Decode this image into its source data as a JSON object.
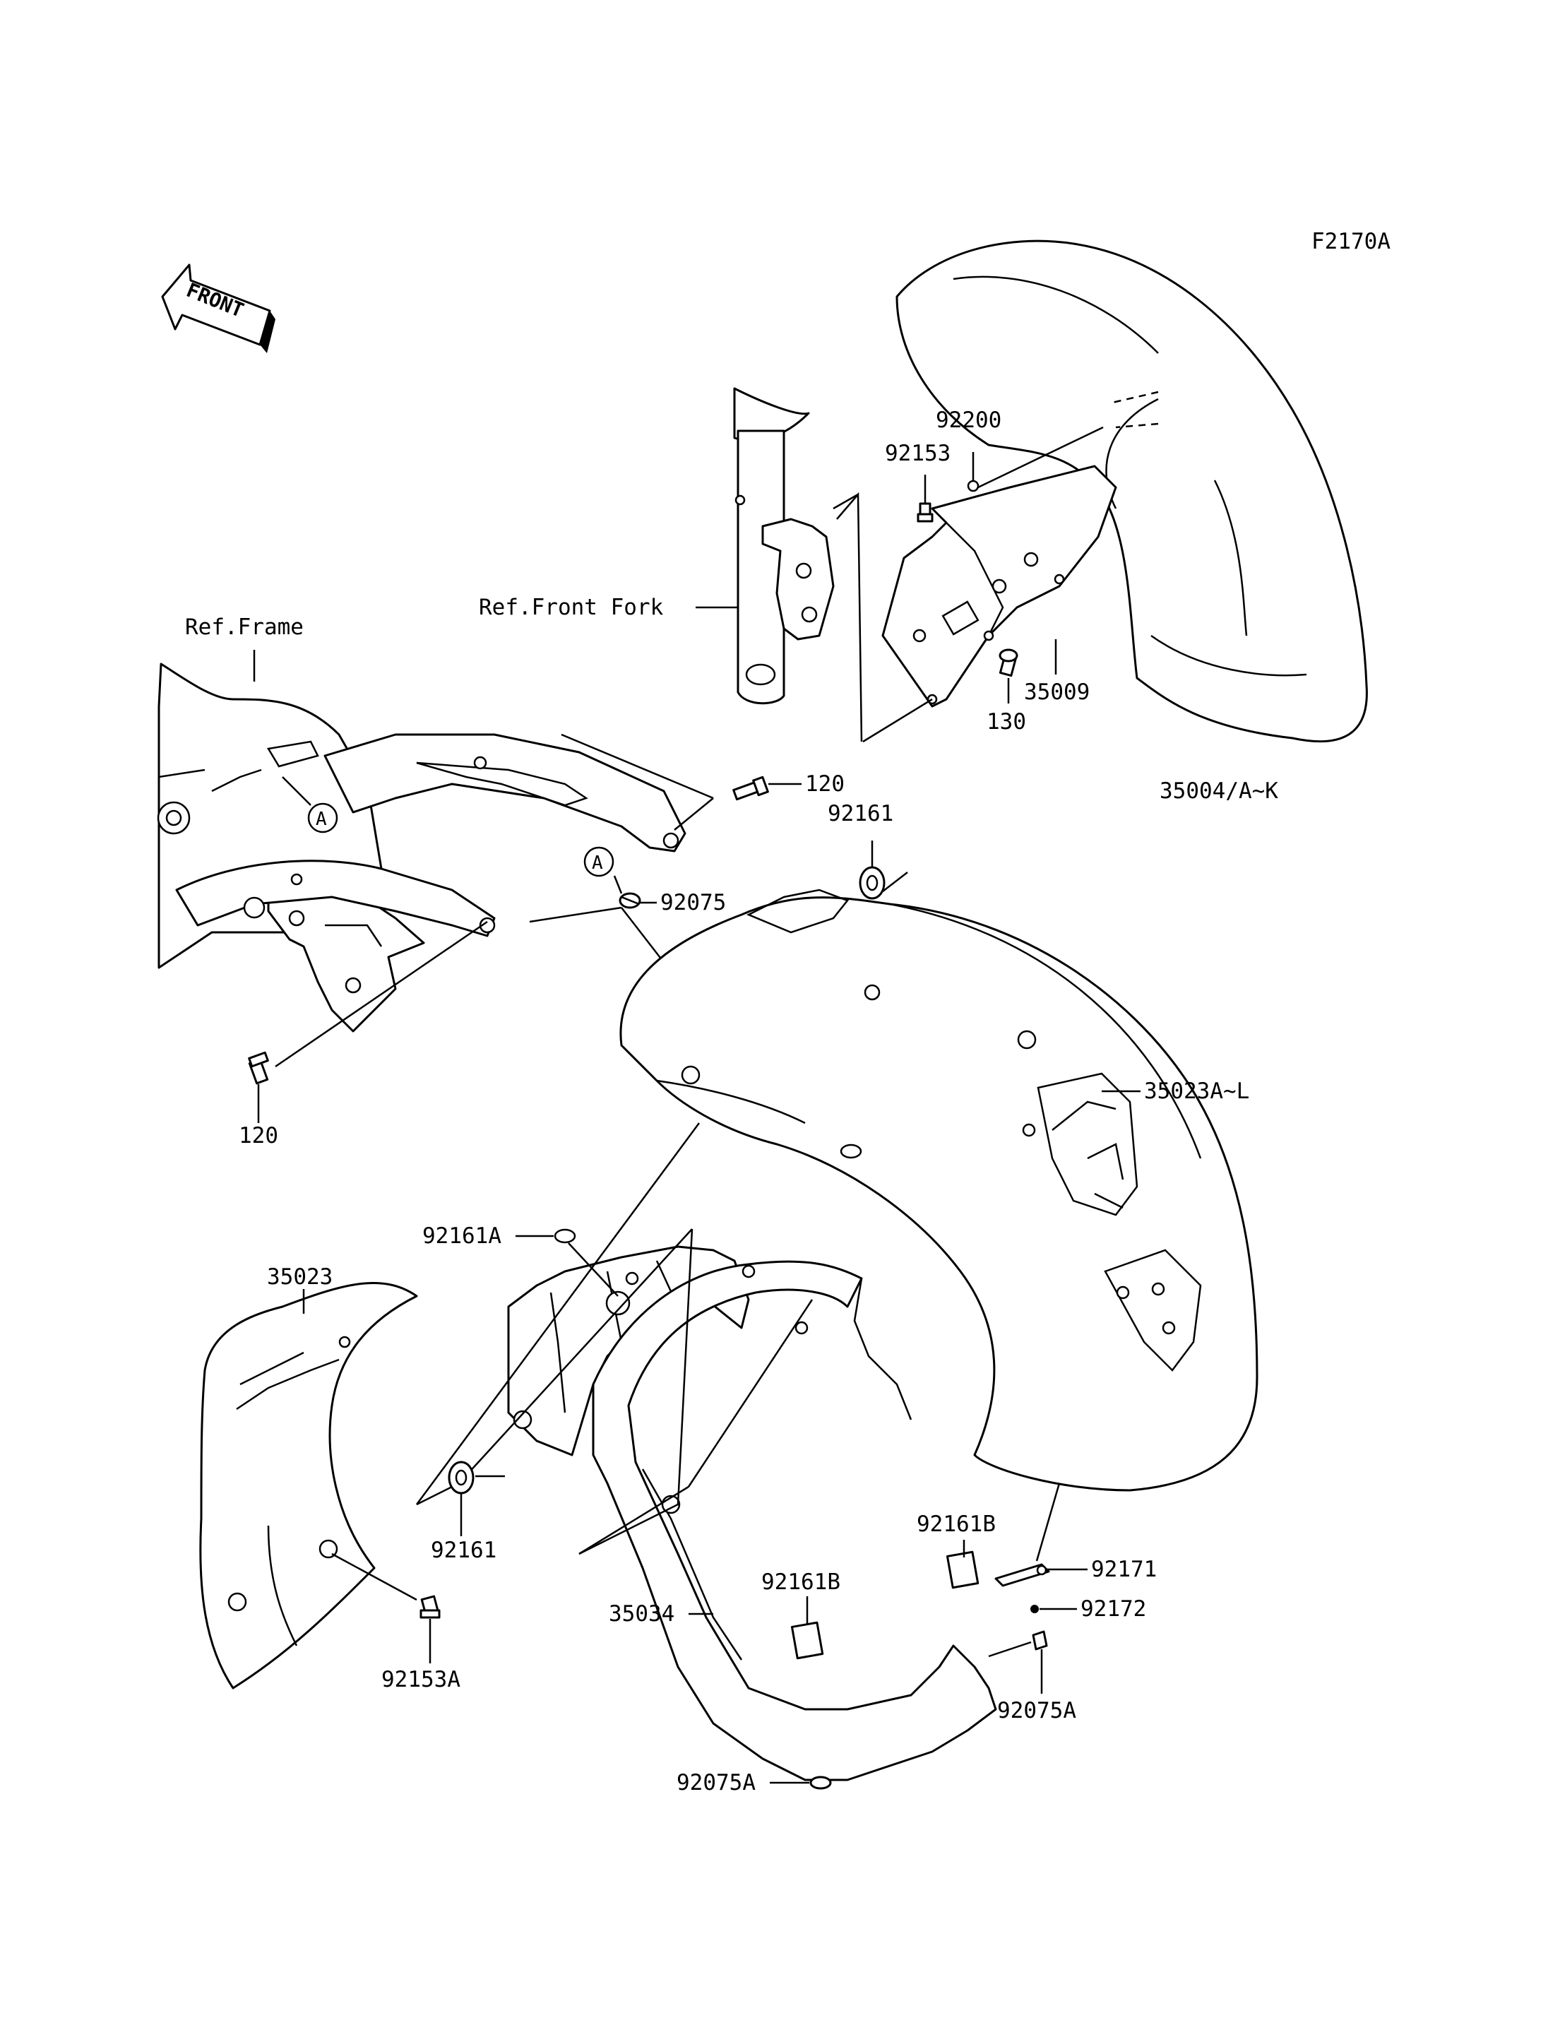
{
  "diagram_code": "F2170A",
  "front_arrow_label": "FRONT",
  "ref_labels": {
    "frame": "Ref.Frame",
    "front_fork": "Ref.Front Fork"
  },
  "callouts": {
    "a1": "A",
    "a2": "A"
  },
  "parts": {
    "p92200": "92200",
    "p92153": "92153",
    "p35009": "35009",
    "p130": "130",
    "p35004": "35004/A~K",
    "p120_top": "120",
    "p92161_top": "92161",
    "p92075": "92075",
    "p120_bottom": "120",
    "p35023AL": "35023A~L",
    "p92161A": "92161A",
    "p35023": "35023",
    "p92161_mid": "92161",
    "p92161B_right": "92161B",
    "p92161B_left": "92161B",
    "p92171": "92171",
    "p92172": "92172",
    "p35034": "35034",
    "p92153A": "92153A",
    "p92075A_right": "92075A",
    "p92075A_bottom": "92075A"
  }
}
